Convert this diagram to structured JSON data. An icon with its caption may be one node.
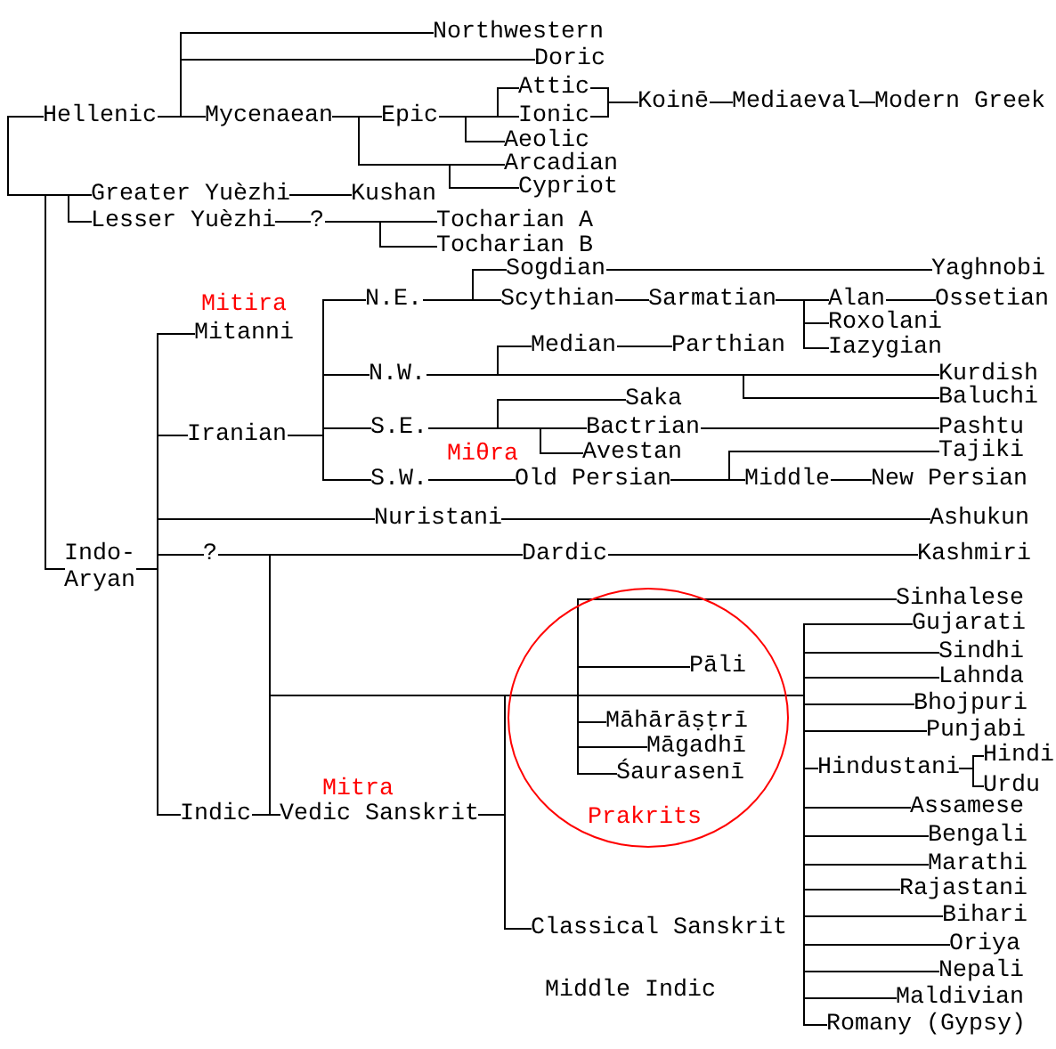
{
  "diagram": {
    "nodes": [
      {
        "text": [
          "Northwestern"
        ]
      },
      {
        "text": [
          "Doric"
        ]
      },
      {
        "text": [
          "Hellenic"
        ]
      },
      {
        "text": [
          "Mycenaean"
        ]
      },
      {
        "text": [
          "Epic"
        ]
      },
      {
        "text": [
          "Attic"
        ]
      },
      {
        "text": [
          "Ionic"
        ]
      },
      {
        "text": [
          "Koinē"
        ]
      },
      {
        "text": [
          "Mediaeval"
        ]
      },
      {
        "text": [
          "Modern Greek"
        ]
      },
      {
        "text": [
          "Aeolic"
        ]
      },
      {
        "text": [
          "Arcadian"
        ]
      },
      {
        "text": [
          "Cypriot"
        ]
      },
      {
        "text": [
          "Greater Yuèzhi"
        ]
      },
      {
        "text": [
          "Kushan"
        ]
      },
      {
        "text": [
          "Lesser Yuèzhi"
        ]
      },
      {
        "text": [
          "?"
        ]
      },
      {
        "text": [
          "Tocharian A"
        ]
      },
      {
        "text": [
          "Tocharian B"
        ]
      },
      {
        "text": [
          "Sogdian"
        ]
      },
      {
        "text": [
          "Yaghnobi"
        ]
      },
      {
        "text": [
          "N.E."
        ]
      },
      {
        "text": [
          "Scythian"
        ]
      },
      {
        "text": [
          "Sarmatian"
        ]
      },
      {
        "text": [
          "Alan"
        ]
      },
      {
        "text": [
          "Ossetian"
        ]
      },
      {
        "text": [
          "Mitanni"
        ],
        "beside": [
          "Mitira"
        ]
      },
      {
        "text": [
          "Roxolani"
        ]
      },
      {
        "text": [
          "Iazygian"
        ]
      },
      {
        "text": [
          "Median"
        ]
      },
      {
        "text": [
          "Parthian"
        ]
      },
      {
        "text": [
          "N.W."
        ]
      },
      {
        "text": [
          "Kurdish"
        ]
      },
      {
        "text": [
          "Baluchi"
        ]
      },
      {
        "text": [
          "Saka"
        ]
      },
      {
        "text": [
          "Iranian"
        ]
      },
      {
        "text": [
          "S.E."
        ]
      },
      {
        "text": [
          "Bactrian"
        ]
      },
      {
        "text": [
          "Pashtu"
        ]
      },
      {
        "text": [
          "Avestan"
        ]
      },
      {
        "text": [
          "Tajiki"
        ]
      },
      {
        "text": [
          "S.W."
        ]
      },
      {
        "text": [
          "Old Persian"
        ]
      },
      {
        "text": [
          "Middle"
        ]
      },
      {
        "text": [
          "New Persian"
        ]
      },
      {
        "text": [
          "Nuristani"
        ]
      },
      {
        "text": [
          "Ashukun"
        ]
      },
      {
        "text": [
          "Indo-Aryan"
        ]
      },
      {
        "text": [
          "?"
        ]
      },
      {
        "text": [
          "Dardic"
        ]
      },
      {
        "text": [
          "Kashmiri"
        ]
      },
      {
        "text": [
          "Sinhalese"
        ]
      },
      {
        "text": [
          "Prakrits"
        ]
      },
      {
        "text": [
          "Pāli"
        ],
        "in": 52
      },
      {
        "text": [
          "Māhārāṣṭrī"
        ],
        "in": 52
      },
      {
        "text": [
          "Māgadhī"
        ],
        "in": 52
      },
      {
        "text": [
          "Śaurasenī"
        ],
        "in": 52
      },
      {
        "text": [
          "Gujarati"
        ]
      },
      {
        "text": [
          "Sindhi"
        ]
      },
      {
        "text": [
          "Lahnda"
        ]
      },
      {
        "text": [
          "Bhojpuri"
        ]
      },
      {
        "text": [
          "Punjabi"
        ]
      },
      {
        "text": [
          "Hindustani"
        ]
      },
      {
        "text": [
          "Hindi"
        ]
      },
      {
        "text": [
          "Urdu"
        ]
      },
      {
        "text": [
          "Assamese"
        ]
      },
      {
        "text": [
          "Indic"
        ]
      },
      {
        "text": [
          "Vedic Sanskrit"
        ],
        "beside": [
          "Mitra"
        ]
      },
      {
        "text": [
          "Bengali"
        ]
      },
      {
        "text": [
          "Marathi"
        ]
      },
      {
        "text": [
          "Rajastani"
        ]
      },
      {
        "text": [
          "Bihari"
        ]
      },
      {
        "text": [
          "Classical Sanskrit"
        ]
      },
      {
        "text": [
          "Oriya"
        ]
      },
      {
        "text": [
          "Nepali"
        ]
      },
      {
        "text": [
          "Maldivian"
        ]
      },
      {
        "text": [
          "Romany (Gypsy)"
        ]
      }
    ],
    "edges": [
      {
        "from": 2,
        "to": 0,
        "arrow": "none"
      },
      {
        "from": 2,
        "to": 1,
        "arrow": "none"
      },
      {
        "from": 2,
        "to": 3,
        "arrow": "none"
      },
      {
        "from": 3,
        "to": 4,
        "arrow": "none"
      },
      {
        "from": 3,
        "to": 11,
        "arrow": "none"
      },
      {
        "from": 3,
        "to": 12,
        "arrow": "none"
      },
      {
        "from": 4,
        "to": 5,
        "arrow": "none"
      },
      {
        "from": 4,
        "to": 6,
        "arrow": "none"
      },
      {
        "from": 4,
        "to": 10,
        "arrow": "none"
      },
      {
        "from": 5,
        "to": 7,
        "arrow": "none"
      },
      {
        "from": 6,
        "to": 7,
        "arrow": "none"
      },
      {
        "from": 7,
        "to": 8,
        "arrow": "none"
      },
      {
        "from": 8,
        "to": 9,
        "arrow": "none"
      },
      {
        "from": 2,
        "to": 13,
        "arrow": "none"
      },
      {
        "from": 2,
        "to": 15,
        "arrow": "none"
      },
      {
        "from": 2,
        "to": 47,
        "arrow": "none"
      },
      {
        "from": 13,
        "to": 14,
        "arrow": "none"
      },
      {
        "from": 15,
        "to": 16,
        "arrow": "none"
      },
      {
        "from": 16,
        "to": 17,
        "arrow": "none"
      },
      {
        "from": 16,
        "to": 18,
        "arrow": "none"
      },
      {
        "from": 47,
        "to": 26,
        "arrow": "none"
      },
      {
        "from": 47,
        "to": 35,
        "arrow": "none"
      },
      {
        "from": 47,
        "to": 45,
        "arrow": "none"
      },
      {
        "from": 47,
        "to": 48,
        "arrow": "none"
      },
      {
        "from": 47,
        "to": 66,
        "arrow": "none"
      },
      {
        "from": 35,
        "to": 21,
        "arrow": "none"
      },
      {
        "from": 35,
        "to": 31,
        "arrow": "none"
      },
      {
        "from": 35,
        "to": 36,
        "arrow": "none"
      },
      {
        "from": 35,
        "to": 41,
        "arrow": "none"
      },
      {
        "from": 21,
        "to": 19,
        "arrow": "none"
      },
      {
        "from": 21,
        "to": 22,
        "arrow": "none"
      },
      {
        "from": 19,
        "to": 20,
        "arrow": "none"
      },
      {
        "from": 22,
        "to": 23,
        "arrow": "none"
      },
      {
        "from": 23,
        "to": 24,
        "arrow": "none"
      },
      {
        "from": 23,
        "to": 27,
        "arrow": "none"
      },
      {
        "from": 23,
        "to": 28,
        "arrow": "none"
      },
      {
        "from": 24,
        "to": 25,
        "arrow": "none"
      },
      {
        "from": 31,
        "to": 29,
        "arrow": "none"
      },
      {
        "from": 31,
        "to": 32,
        "arrow": "none"
      },
      {
        "from": 31,
        "to": 33,
        "arrow": "none"
      },
      {
        "from": 29,
        "to": 30,
        "arrow": "none"
      },
      {
        "from": 36,
        "to": 34,
        "arrow": "none"
      },
      {
        "from": 36,
        "to": 37,
        "arrow": "none"
      },
      {
        "from": 36,
        "to": 39,
        "arrow": "none"
      },
      {
        "from": 37,
        "to": 38,
        "arrow": "none"
      },
      {
        "from": 41,
        "to": 42,
        "arrow": "none"
      },
      {
        "from": 42,
        "to": 40,
        "arrow": "none"
      },
      {
        "from": 42,
        "to": 43,
        "arrow": "none"
      },
      {
        "from": 43,
        "to": 44,
        "arrow": "none"
      },
      {
        "from": 45,
        "to": 46,
        "arrow": "none"
      },
      {
        "from": 48,
        "to": 49,
        "arrow": "none"
      },
      {
        "from": 49,
        "to": 50,
        "arrow": "none"
      },
      {
        "from": 66,
        "to": 67,
        "arrow": "none"
      },
      {
        "from": 48,
        "to": 67,
        "arrow": "none"
      },
      {
        "from": 67,
        "to": 72,
        "arrow": "none"
      },
      {
        "from": 67,
        "to": 51,
        "arrow": "none"
      },
      {
        "from": 67,
        "to": 53,
        "arrow": "none"
      },
      {
        "from": 67,
        "to": 54,
        "arrow": "none"
      },
      {
        "from": 67,
        "to": 55,
        "arrow": "none"
      },
      {
        "from": 67,
        "to": 56,
        "arrow": "none"
      },
      {
        "from": 67,
        "to": 57,
        "arrow": "none"
      },
      {
        "from": 67,
        "to": 58,
        "arrow": "none"
      },
      {
        "from": 67,
        "to": 59,
        "arrow": "none"
      },
      {
        "from": 67,
        "to": 60,
        "arrow": "none"
      },
      {
        "from": 67,
        "to": 61,
        "arrow": "none"
      },
      {
        "from": 67,
        "to": 62,
        "arrow": "none"
      },
      {
        "from": 67,
        "to": 65,
        "arrow": "none"
      },
      {
        "from": 67,
        "to": 68,
        "arrow": "none"
      },
      {
        "from": 67,
        "to": 69,
        "arrow": "none"
      },
      {
        "from": 67,
        "to": 70,
        "arrow": "none"
      },
      {
        "from": 67,
        "to": 71,
        "arrow": "none"
      },
      {
        "from": 67,
        "to": 73,
        "arrow": "none"
      },
      {
        "from": 67,
        "to": 74,
        "arrow": "none"
      },
      {
        "from": 67,
        "to": 75,
        "arrow": "none"
      },
      {
        "from": 67,
        "to": 76,
        "arrow": "none"
      },
      {
        "from": 62,
        "to": 63,
        "arrow": "none"
      },
      {
        "from": 62,
        "to": 64,
        "arrow": "none"
      }
    ],
    "labels": [
      "Miθra",
      "Middle Indic"
    ]
  }
}
